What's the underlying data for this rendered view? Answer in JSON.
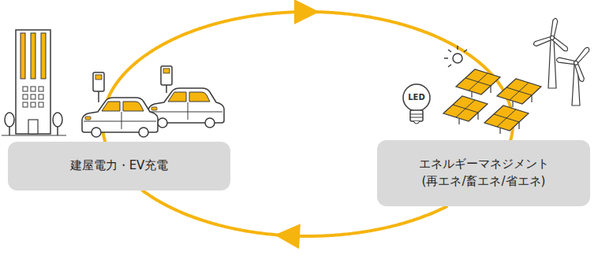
{
  "diagram": {
    "nodes": [
      {
        "text": [
          "建屋電力・EV充電"
        ]
      },
      {
        "text": [
          "エネルギーマネジメント (再エネ/畜エネ/省エネ)"
        ]
      }
    ],
    "edges": [
      {
        "from": 0,
        "to": 1,
        "arrow": "to"
      },
      {
        "from": 1,
        "to": 0,
        "arrow": "to"
      }
    ],
    "labels": [
      "LED"
    ]
  }
}
